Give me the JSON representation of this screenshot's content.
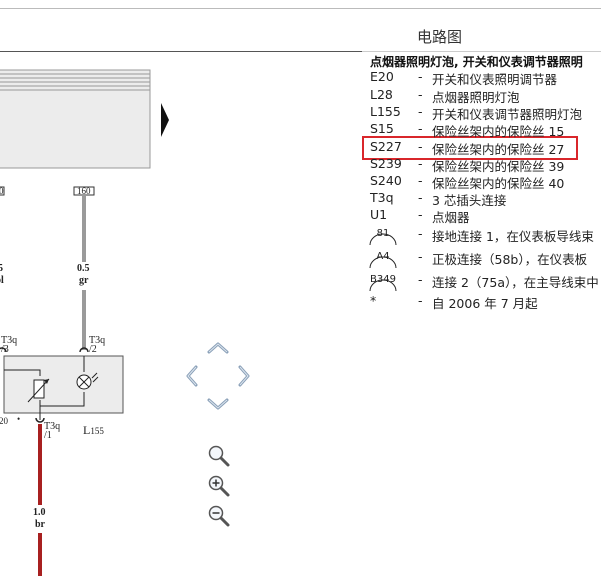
{
  "header": {
    "title": "电路图"
  },
  "legend": {
    "title": "点烟器照明灯泡, 开关和仪表调节器照明",
    "items": [
      {
        "code": "E20",
        "dash": "-",
        "desc": "开关和仪表照明调节器"
      },
      {
        "code": "L28",
        "dash": "-",
        "desc": "点烟器照明灯泡"
      },
      {
        "code": "L155",
        "dash": "-",
        "desc": "开关和仪表调节器照明灯泡"
      },
      {
        "code": "S15",
        "dash": "-",
        "desc": "保险丝架内的保险丝 15"
      },
      {
        "code": "S227",
        "dash": "-",
        "desc": "保险丝架内的保险丝 27"
      },
      {
        "code": "S239",
        "dash": "-",
        "desc": "保险丝架内的保险丝 39"
      },
      {
        "code": "S240",
        "dash": "-",
        "desc": "保险丝架内的保险丝 40"
      },
      {
        "code": "T3q",
        "dash": "-",
        "desc": "3 芯插头连接"
      },
      {
        "code": "U1",
        "dash": "-",
        "desc": "点烟器"
      }
    ],
    "circle_items": [
      {
        "code": "81",
        "dash": "-",
        "desc": "接地连接 1，在仪表板导线束"
      },
      {
        "code": "A4",
        "dash": "-",
        "desc": "正极连接（58b），在仪表板"
      },
      {
        "code": "B349",
        "dash": "-",
        "desc": "连接 2（75a），在主导线束中"
      }
    ],
    "footnote": {
      "code": "*",
      "dash": "-",
      "desc": "自 2006 年 7 月起"
    }
  },
  "diagram": {
    "connector_left": "0",
    "connector_mid": "160",
    "wire_left_size": "5",
    "wire_left_color": "ol",
    "wire_mid_size": "0.5",
    "wire_mid_color": "gr",
    "pin_left_name": "T3q",
    "pin_left_num": "/3",
    "pin_mid_name": "T3q",
    "pin_mid_num": "/2",
    "pin_bottom_name": "T3q",
    "pin_bottom_num": "/1",
    "bottom_left_num": "20",
    "component_label": "L",
    "component_sub": "155",
    "wire_bottom_size": "1.0",
    "wire_bottom_color": "br",
    "colors": {
      "highlight": "#d9262b",
      "wire_brown": "#a82020",
      "wire_grey": "#9a9a9a"
    }
  },
  "controls": {
    "pan_up": "arrow-up-icon",
    "pan_left": "arrow-left-icon",
    "pan_right": "arrow-right-icon",
    "pan_down": "arrow-down-icon",
    "zoom": "magnifier-icon",
    "zoom_in": "zoom-in-icon",
    "zoom_out": "zoom-out-icon"
  }
}
